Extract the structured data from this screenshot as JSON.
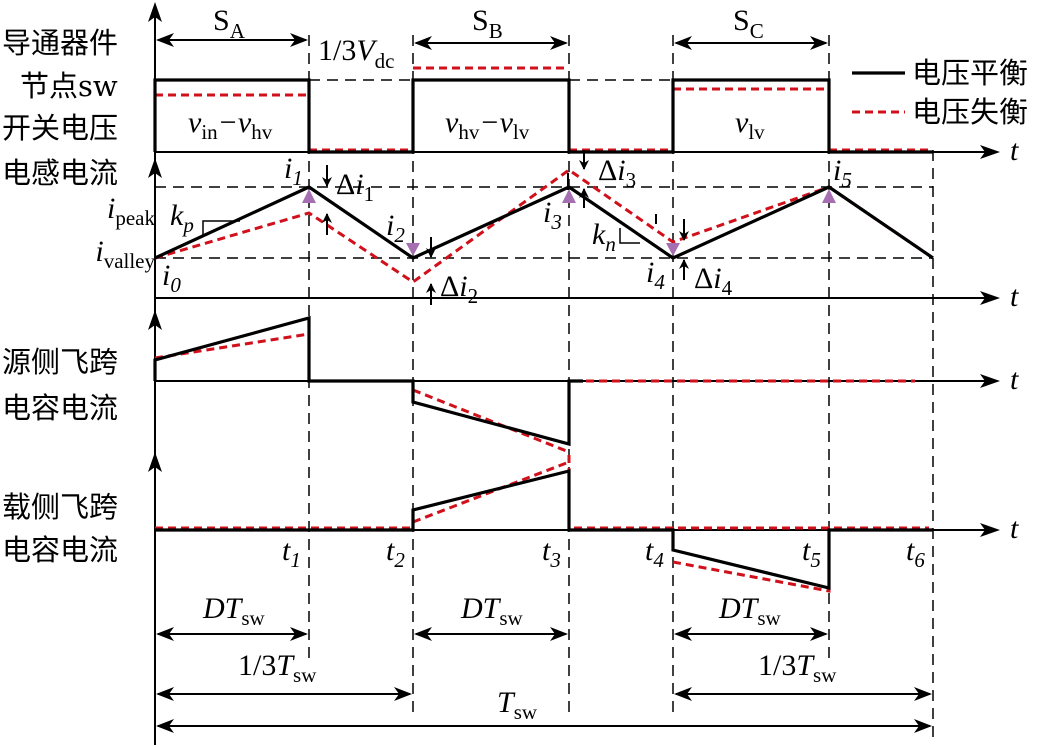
{
  "figure": {
    "row_labels": {
      "switch_device": "导通器件",
      "node_voltage_line1": "节点sw",
      "node_voltage_line2": "开关电压",
      "inductor_current": "电感电流",
      "source_cap_line1": "源侧飞跨",
      "source_cap_line2": "电容电流",
      "load_cap_line1": "载侧飞跨",
      "load_cap_line2": "电容电流"
    },
    "switches": [
      {
        "name": "S",
        "sub": "A"
      },
      {
        "name": "S",
        "sub": "B"
      },
      {
        "name": "S",
        "sub": "C"
      }
    ],
    "voltage_annotation": {
      "prefix": "1/3",
      "var": "V",
      "sub": "dc"
    },
    "pulse_labels": [
      {
        "a": "v",
        "a_sub": "in",
        "op": "−",
        "b": "v",
        "b_sub": "hv"
      },
      {
        "a": "v",
        "a_sub": "hv",
        "op": "−",
        "b": "v",
        "b_sub": "lv"
      },
      {
        "a": "v",
        "a_sub": "lv"
      }
    ],
    "legend": {
      "balanced": "电压平衡",
      "unbalanced": "电压失衡",
      "balanced_color": "#000000",
      "unbalanced_color": "#d0101b"
    },
    "current_labels": {
      "peak": {
        "var": "i",
        "sub": "peak"
      },
      "valley": {
        "var": "i",
        "sub": "valley"
      },
      "points": [
        {
          "var": "i",
          "sub": "0"
        },
        {
          "var": "i",
          "sub": "1"
        },
        {
          "var": "i",
          "sub": "2"
        },
        {
          "var": "i",
          "sub": "3"
        },
        {
          "var": "i",
          "sub": "4"
        },
        {
          "var": "i",
          "sub": "5"
        }
      ],
      "deltas": [
        {
          "pre": "Δ",
          "var": "i",
          "sub": "1"
        },
        {
          "pre": "Δ",
          "var": "i",
          "sub": "2"
        },
        {
          "pre": "Δ",
          "var": "i",
          "sub": "3"
        },
        {
          "pre": "Δ",
          "var": "i",
          "sub": "4"
        }
      ],
      "slopes": [
        {
          "var": "k",
          "sub": "p"
        },
        {
          "var": "k",
          "sub": "n"
        }
      ]
    },
    "time_axis_label": "t",
    "time_marks": [
      {
        "var": "t",
        "sub": "1"
      },
      {
        "var": "t",
        "sub": "2"
      },
      {
        "var": "t",
        "sub": "3"
      },
      {
        "var": "t",
        "sub": "4"
      },
      {
        "var": "t",
        "sub": "5"
      },
      {
        "var": "t",
        "sub": "6"
      }
    ],
    "durations": {
      "duty": {
        "var": "DT",
        "sub": "sw"
      },
      "third": {
        "prefix": "1/3",
        "var": "T",
        "sub": "sw"
      },
      "period": {
        "var": "T",
        "sub": "sw"
      }
    },
    "accent_colors": {
      "marker": "#a56fb1",
      "unbalanced": "#d0101b"
    }
  }
}
